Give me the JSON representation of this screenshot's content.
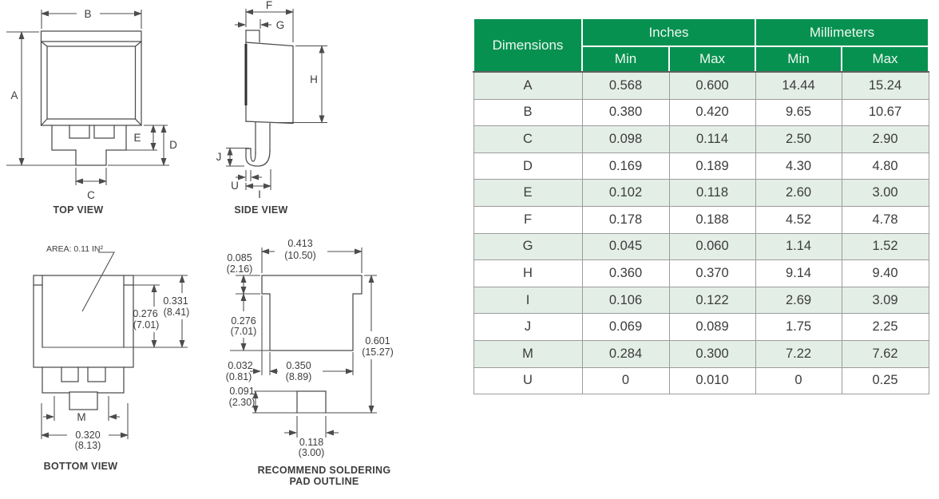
{
  "colors": {
    "header_green": "#079150",
    "row_alt_green": "#e3eee7",
    "line_gray": "#4c4c4c",
    "border_gray": "#9c9c9c",
    "text_dark": "#3c3c3c"
  },
  "table": {
    "header": {
      "dimensions": "Dimensions",
      "inches": "Inches",
      "millimeters": "Millimeters",
      "min_in": "Min",
      "max_in": "Max",
      "min_mm": "Min",
      "max_mm": "Max"
    },
    "rows": [
      {
        "dim": "A",
        "in_min": "0.568",
        "in_max": "0.600",
        "mm_min": "14.44",
        "mm_max": "15.24"
      },
      {
        "dim": "B",
        "in_min": "0.380",
        "in_max": "0.420",
        "mm_min": "9.65",
        "mm_max": "10.67"
      },
      {
        "dim": "C",
        "in_min": "0.098",
        "in_max": "0.114",
        "mm_min": "2.50",
        "mm_max": "2.90"
      },
      {
        "dim": "D",
        "in_min": "0.169",
        "in_max": "0.189",
        "mm_min": "4.30",
        "mm_max": "4.80"
      },
      {
        "dim": "E",
        "in_min": "0.102",
        "in_max": "0.118",
        "mm_min": "2.60",
        "mm_max": "3.00"
      },
      {
        "dim": "F",
        "in_min": "0.178",
        "in_max": "0.188",
        "mm_min": "4.52",
        "mm_max": "4.78"
      },
      {
        "dim": "G",
        "in_min": "0.045",
        "in_max": "0.060",
        "mm_min": "1.14",
        "mm_max": "1.52"
      },
      {
        "dim": "H",
        "in_min": "0.360",
        "in_max": "0.370",
        "mm_min": "9.14",
        "mm_max": "9.40"
      },
      {
        "dim": "I",
        "in_min": "0.106",
        "in_max": "0.122",
        "mm_min": "2.69",
        "mm_max": "3.09"
      },
      {
        "dim": "J",
        "in_min": "0.069",
        "in_max": "0.089",
        "mm_min": "1.75",
        "mm_max": "2.25"
      },
      {
        "dim": "M",
        "in_min": "0.284",
        "in_max": "0.300",
        "mm_min": "7.22",
        "mm_max": "7.62"
      },
      {
        "dim": "U",
        "in_min": "0",
        "in_max": "0.010",
        "mm_min": "0",
        "mm_max": "0.25"
      }
    ]
  },
  "drawings": {
    "top_view": {
      "title": "TOP VIEW",
      "labels": {
        "a": "A",
        "b": "B",
        "c": "C",
        "d": "D",
        "e": "E"
      }
    },
    "side_view": {
      "title": "SIDE VIEW",
      "labels": {
        "f": "F",
        "g": "G",
        "h": "H",
        "i": "I",
        "j": "J",
        "u": "U"
      }
    },
    "bottom_view": {
      "title": "BOTTOM VIEW",
      "area_label": "AREA:  0.11 IN²",
      "labels": {
        "m": "M"
      },
      "dims": {
        "d276": "0.276",
        "d276mm": "(7.01)",
        "d331": "0.331",
        "d331mm": "(8.41)",
        "d320": "0.320",
        "d320mm": "(8.13)"
      }
    },
    "pad_outline": {
      "title_line1": "RECOMMEND SOLDERING",
      "title_line2": "PAD OUTLINE",
      "dims": {
        "d413": "0.413",
        "d413mm": "(10.50)",
        "d085": "0.085",
        "d085mm": "(2.16)",
        "d276": "0.276",
        "d276mm": "(7.01)",
        "d032": "0.032",
        "d032mm": "(0.81)",
        "d350": "0.350",
        "d350mm": "(8.89)",
        "d601": "0.601",
        "d601mm": "(15.27)",
        "d091": "0.091",
        "d091mm": "(2.30)",
        "d118": "0.118",
        "d118mm": "(3.00)"
      }
    }
  }
}
